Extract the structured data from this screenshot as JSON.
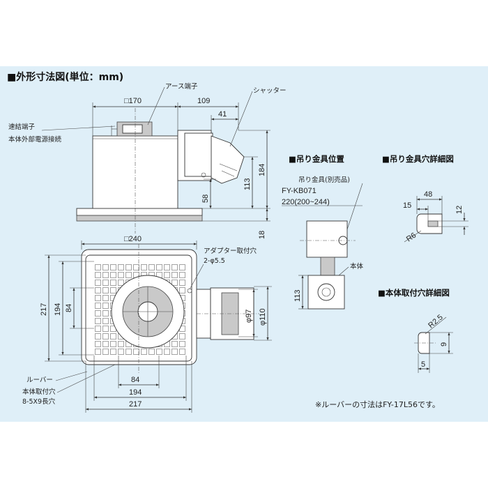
{
  "title": "■外形寸法図(単位：mm)",
  "side_view": {
    "label_earth_terminal": "アース端子",
    "label_shutter": "シャッター",
    "label_connect_terminal": "速結端子",
    "label_power_connection": "本体外部電源接続",
    "dim_170": "□170",
    "dim_109": "109",
    "dim_41": "41",
    "dim_184": "184",
    "dim_113": "113",
    "dim_58": "58",
    "dim_18": "18"
  },
  "front_view": {
    "dim_240": "□240",
    "label_adapter_hole": "アダプター取付穴",
    "label_adapter_hole_spec": "2-φ5.5",
    "dim_217_v": "217",
    "dim_194_v": "194",
    "dim_84_v": "84",
    "dim_97": "φ97",
    "dim_110": "φ110",
    "label_louver": "ルーバー",
    "label_mount_hole": "本体取付穴",
    "label_mount_hole_spec": "8-5X9長穴",
    "dim_84_h": "84",
    "dim_194_h": "194",
    "dim_217_h": "217"
  },
  "hanger_position": {
    "heading": "■吊り金具位置",
    "label_hanger": "吊り金具(別売品)",
    "label_model": "FY-KB071",
    "label_range": "220(200~244)",
    "label_body": "本体",
    "dim_113": "113"
  },
  "hanger_hole_detail": {
    "heading": "■吊り金具穴詳細図",
    "dim_48": "48",
    "dim_15": "15",
    "dim_12": "12",
    "dim_r6": "R6"
  },
  "body_hole_detail": {
    "heading": "■本体取付穴詳細図",
    "dim_r25": "R2.5",
    "dim_9": "9",
    "dim_5": "5"
  },
  "note": "※ルーバーの寸法はFY-17L56です。"
}
